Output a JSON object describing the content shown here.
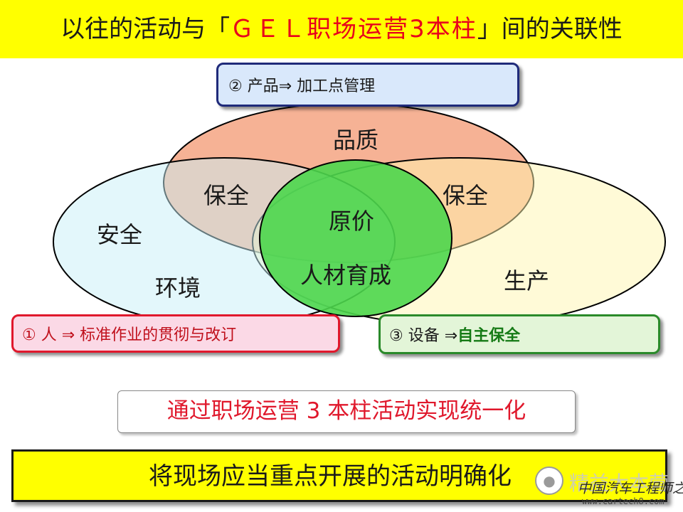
{
  "header": {
    "title_prefix": "以往的活动与「",
    "title_highlight": "ＧＥＬ职场运营3本柱",
    "title_suffix": "」间的关联性"
  },
  "boxes": {
    "product": "② 产品⇒ 加工点管理",
    "people": "① 人 ⇒ 标准作业的贯彻与改订",
    "equipment_prefix": "③ 设备 ⇒ ",
    "equipment_emph": "自主保全"
  },
  "diagram_labels": {
    "quality": "品质",
    "maintenance_left": "保全",
    "maintenance_right": "保全",
    "safety": "安全",
    "environment": "环境",
    "cost": "原价",
    "talent": "人材育成",
    "production": "生产"
  },
  "colors": {
    "quality_ellipse": "#f4a582",
    "safety_ellipse": "#c8f0f8",
    "production_ellipse": "#fff6b0",
    "center_ellipse": "#4cd64c",
    "title_bar": "#ffff00",
    "accent_red": "#e0182c"
  },
  "footer": {
    "unify": "通过职场运营 3 本柱活动实现统一化",
    "clarify": "将现场应当重点开展的活动明确化"
  },
  "watermark": {
    "icon": "wechat-icon",
    "text": "精益大本营",
    "sub": "中国汽车工程师之家",
    "url": "www.cartech8.com"
  }
}
